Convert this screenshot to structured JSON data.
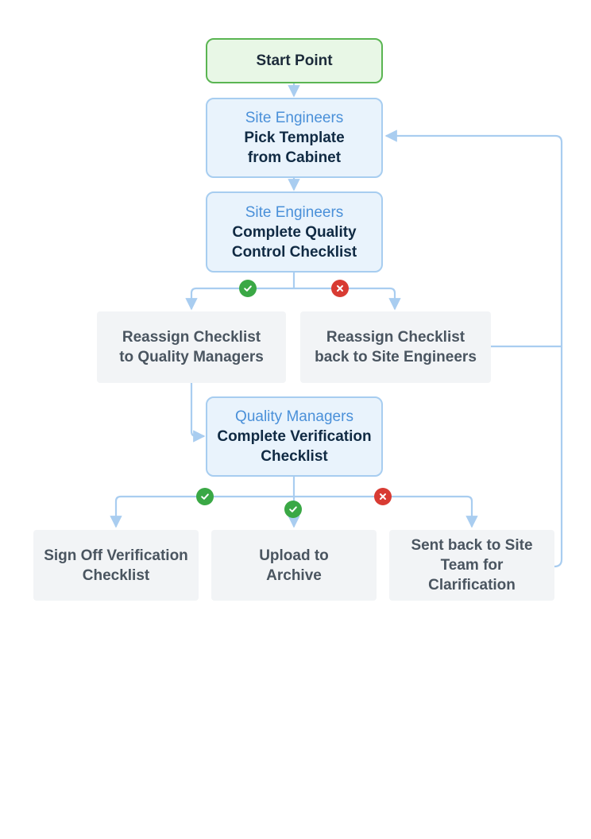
{
  "start": {
    "label": "Start Point"
  },
  "pick_template": {
    "role": "Site Engineers",
    "task": [
      "Pick Template",
      "from Cabinet"
    ]
  },
  "qc_checklist": {
    "role": "Site Engineers",
    "task": [
      "Complete Quality",
      "Control Checklist"
    ]
  },
  "reassign_qm": {
    "lines": [
      "Reassign Checklist",
      "to Quality Managers"
    ]
  },
  "reassign_se": {
    "lines": [
      "Reassign Checklist",
      "back to Site Engineers"
    ]
  },
  "verification": {
    "role": "Quality Managers",
    "task": [
      "Complete Verification",
      "Checklist"
    ]
  },
  "sign_off": {
    "lines": [
      "Sign Off Verification",
      "Checklist"
    ]
  },
  "upload": {
    "lines": [
      "Upload to",
      "Archive"
    ]
  },
  "sent_back": {
    "lines": [
      "Sent back to Site",
      "Team for",
      "Clarification"
    ]
  },
  "colors": {
    "connector": "#a9cdf0",
    "approve": "#3aa845",
    "reject": "#d83b33",
    "start_fill": "#e8f7e6",
    "start_border": "#5ab552",
    "role_text": "#4a90d9"
  },
  "icons": {
    "approve": "check-icon",
    "reject": "cross-icon"
  }
}
